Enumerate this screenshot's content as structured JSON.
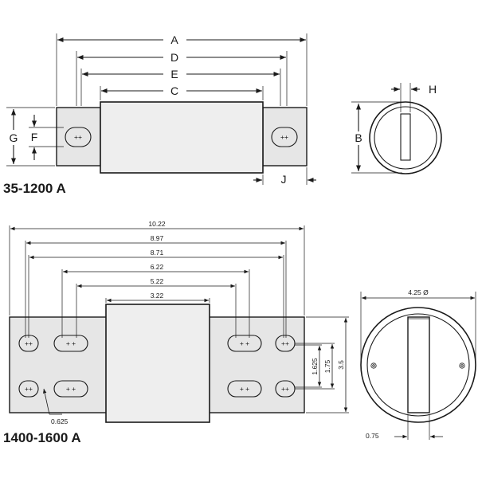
{
  "top_diagram": {
    "title": "35-1200 A",
    "labels": {
      "A": "A",
      "D": "D",
      "E": "E",
      "C": "C",
      "G": "G",
      "F": "F",
      "J": "J",
      "B": "B",
      "H": "H"
    },
    "slot_marks": [
      "++",
      "++"
    ]
  },
  "bottom_diagram": {
    "title": "1400-1600 A",
    "dimensions": {
      "overall": "10.22",
      "d2": "8.97",
      "d3": "8.71",
      "d4": "6.22",
      "d5": "5.22",
      "body": "3.22",
      "height_inner": "1.625",
      "height_mid": "1.75",
      "height_outer": "3.5",
      "diameter": "4.25 Ø",
      "slot_dia": "0.625",
      "slot_width": "0.75"
    }
  }
}
